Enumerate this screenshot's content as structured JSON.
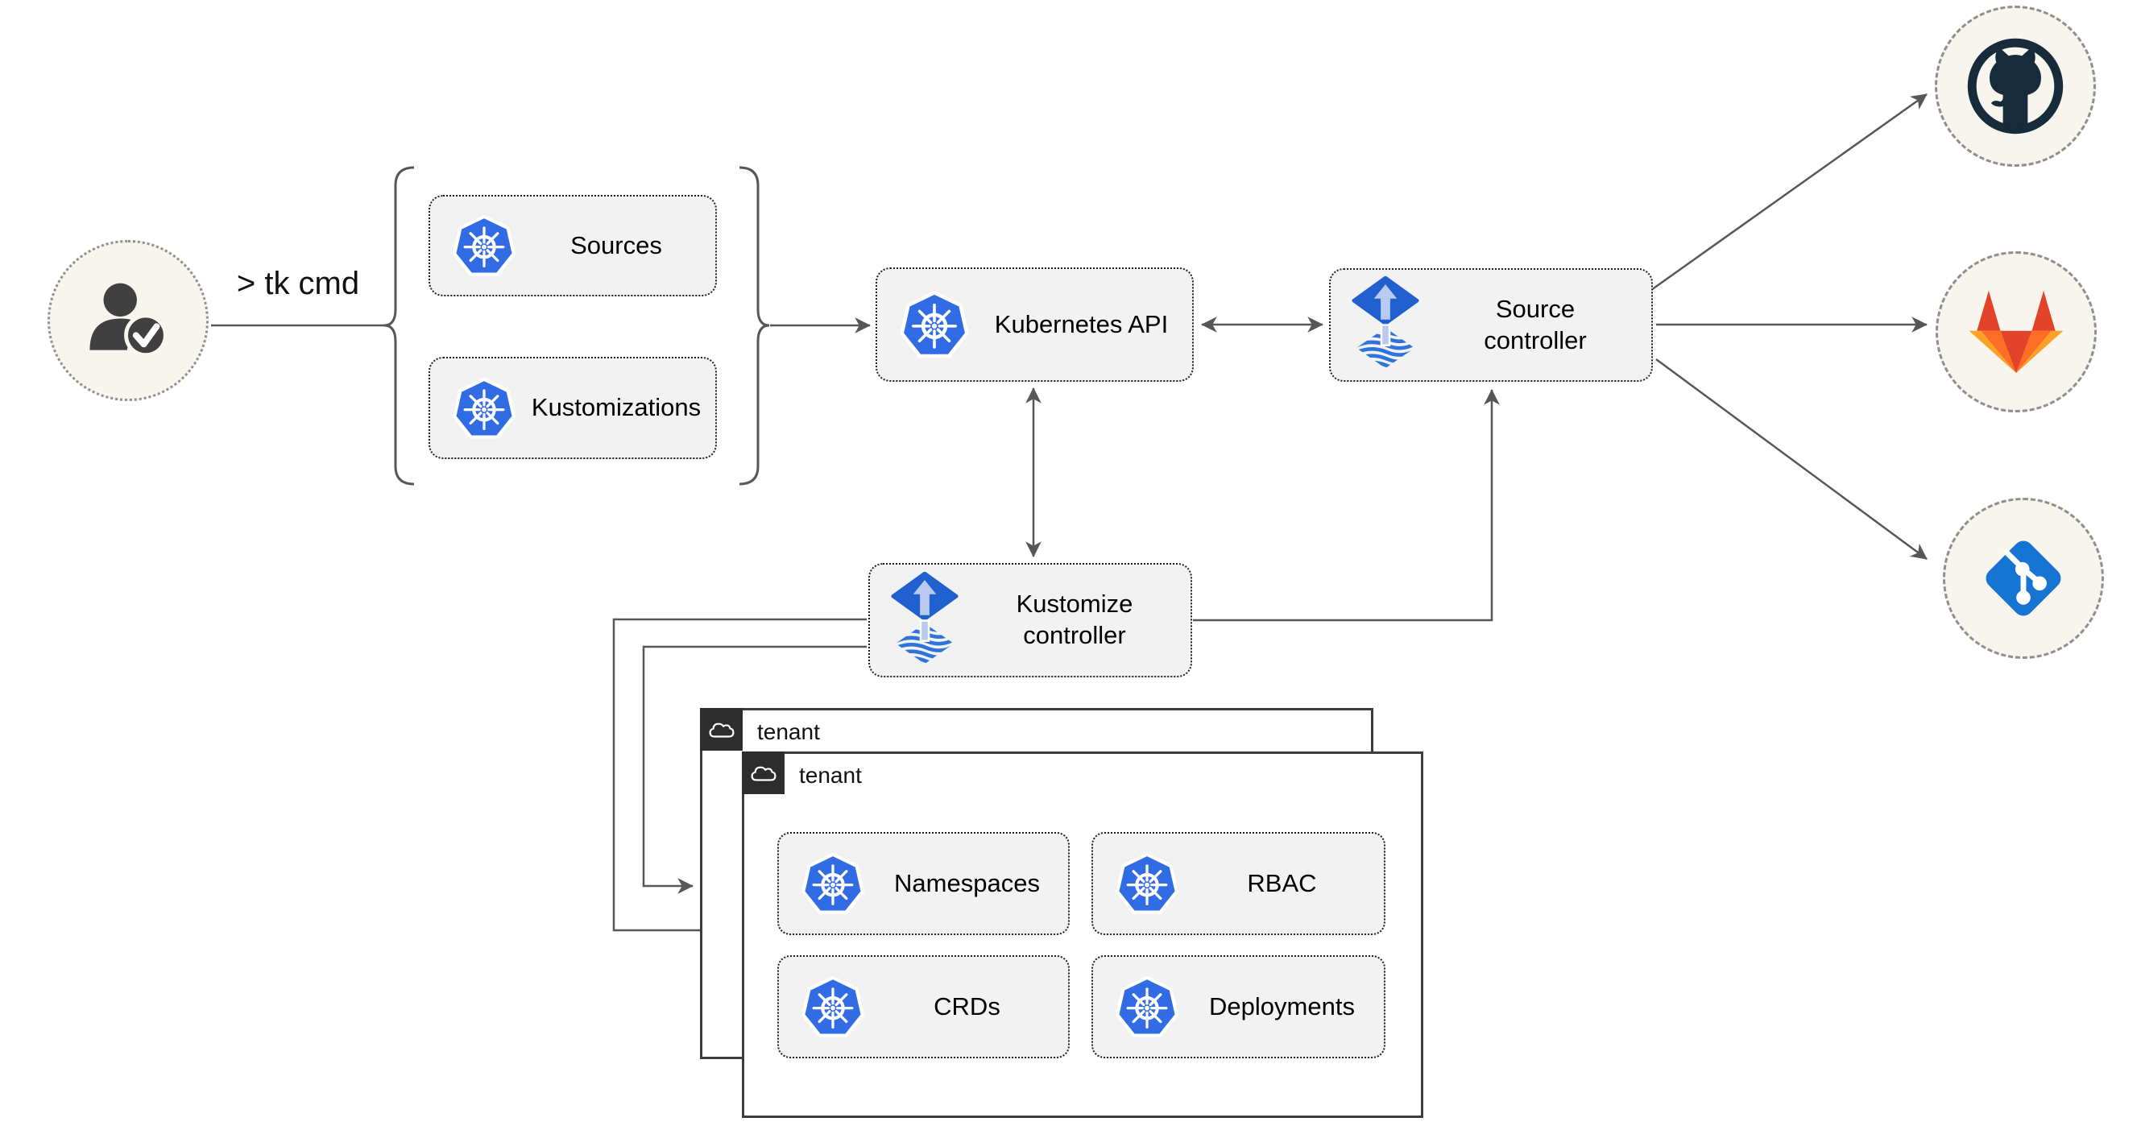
{
  "user": {
    "icon": "user-check-icon",
    "command": "> tk cmd"
  },
  "cluster_group": {
    "items": [
      {
        "label": "Sources",
        "icon": "kubernetes-icon"
      },
      {
        "label": "Kustomizations",
        "icon": "kubernetes-icon"
      }
    ]
  },
  "nodes": {
    "kubernetes_api": {
      "label": "Kubernetes API",
      "icon": "kubernetes-icon"
    },
    "source_controller": {
      "label": "Source controller",
      "icon": "flux-icon"
    },
    "kustomize_controller": {
      "label": "Kustomize controller",
      "icon": "flux-icon"
    }
  },
  "repos": [
    {
      "name": "github",
      "icon": "github-icon"
    },
    {
      "name": "gitlab",
      "icon": "gitlab-icon"
    },
    {
      "name": "git",
      "icon": "git-icon"
    }
  ],
  "tenants": {
    "back": {
      "label": "tenant",
      "icon": "cloud-icon"
    },
    "front": {
      "label": "tenant",
      "icon": "cloud-icon",
      "resources": [
        {
          "label": "Namespaces",
          "icon": "kubernetes-icon"
        },
        {
          "label": "RBAC",
          "icon": "kubernetes-icon"
        },
        {
          "label": "CRDs",
          "icon": "kubernetes-icon"
        },
        {
          "label": "Deployments",
          "icon": "kubernetes-icon"
        }
      ]
    }
  },
  "edges": [
    {
      "from": "user",
      "to": "cluster-group-brace",
      "style": "line"
    },
    {
      "from": "cluster-group-brace",
      "to": "kubernetes-api",
      "style": "arrow"
    },
    {
      "from": "kubernetes-api",
      "to": "source-controller",
      "style": "double-arrow"
    },
    {
      "from": "kubernetes-api",
      "to": "kustomize-controller",
      "style": "double-arrow"
    },
    {
      "from": "kustomize-controller",
      "to": "source-controller",
      "style": "arrow"
    },
    {
      "from": "kustomize-controller",
      "to": "tenant-front",
      "style": "arrow"
    },
    {
      "from": "kustomize-controller",
      "to": "tenant-back",
      "style": "arrow"
    },
    {
      "from": "source-controller",
      "to": "github",
      "style": "arrow"
    },
    {
      "from": "source-controller",
      "to": "gitlab",
      "style": "arrow"
    },
    {
      "from": "source-controller",
      "to": "git",
      "style": "arrow"
    }
  ],
  "colors": {
    "kubernetes_blue": "#326ce5",
    "flux_blue": "#2160cf",
    "flux_arrow_light": "#b9c9ef",
    "line_gray": "#575757",
    "node_fill": "#f2f2f2",
    "tenant_header_dark": "#2d2d2d",
    "circle_fill": "#f8f5ef",
    "github_dark": "#182b3a",
    "gitlab_red": "#e24329",
    "gitlab_orange": "#fc6d26",
    "gitlab_light_orange": "#fca326",
    "git_blue": "#1674d3"
  }
}
